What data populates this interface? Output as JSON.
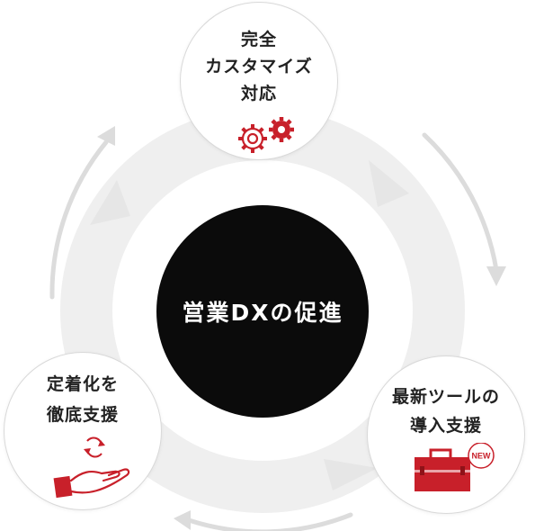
{
  "center": {
    "title": "営業DXの促進"
  },
  "nodes": {
    "customize": {
      "line1": "完全",
      "line2": "カスタマイズ",
      "line3": "対応",
      "icon": "gears-icon"
    },
    "new_tool": {
      "line1": "最新ツールの",
      "line2": "導入支援",
      "icon": "toolbox-icon",
      "badge": "NEW"
    },
    "adoption": {
      "line1": "定着化を",
      "line2": "徹底支援",
      "icon": "hand-cycle-icon"
    }
  },
  "colors": {
    "accent": "#c8202a",
    "center": "#0b0b0b",
    "ring": "#eeeeee",
    "arrow": "#dedede"
  }
}
